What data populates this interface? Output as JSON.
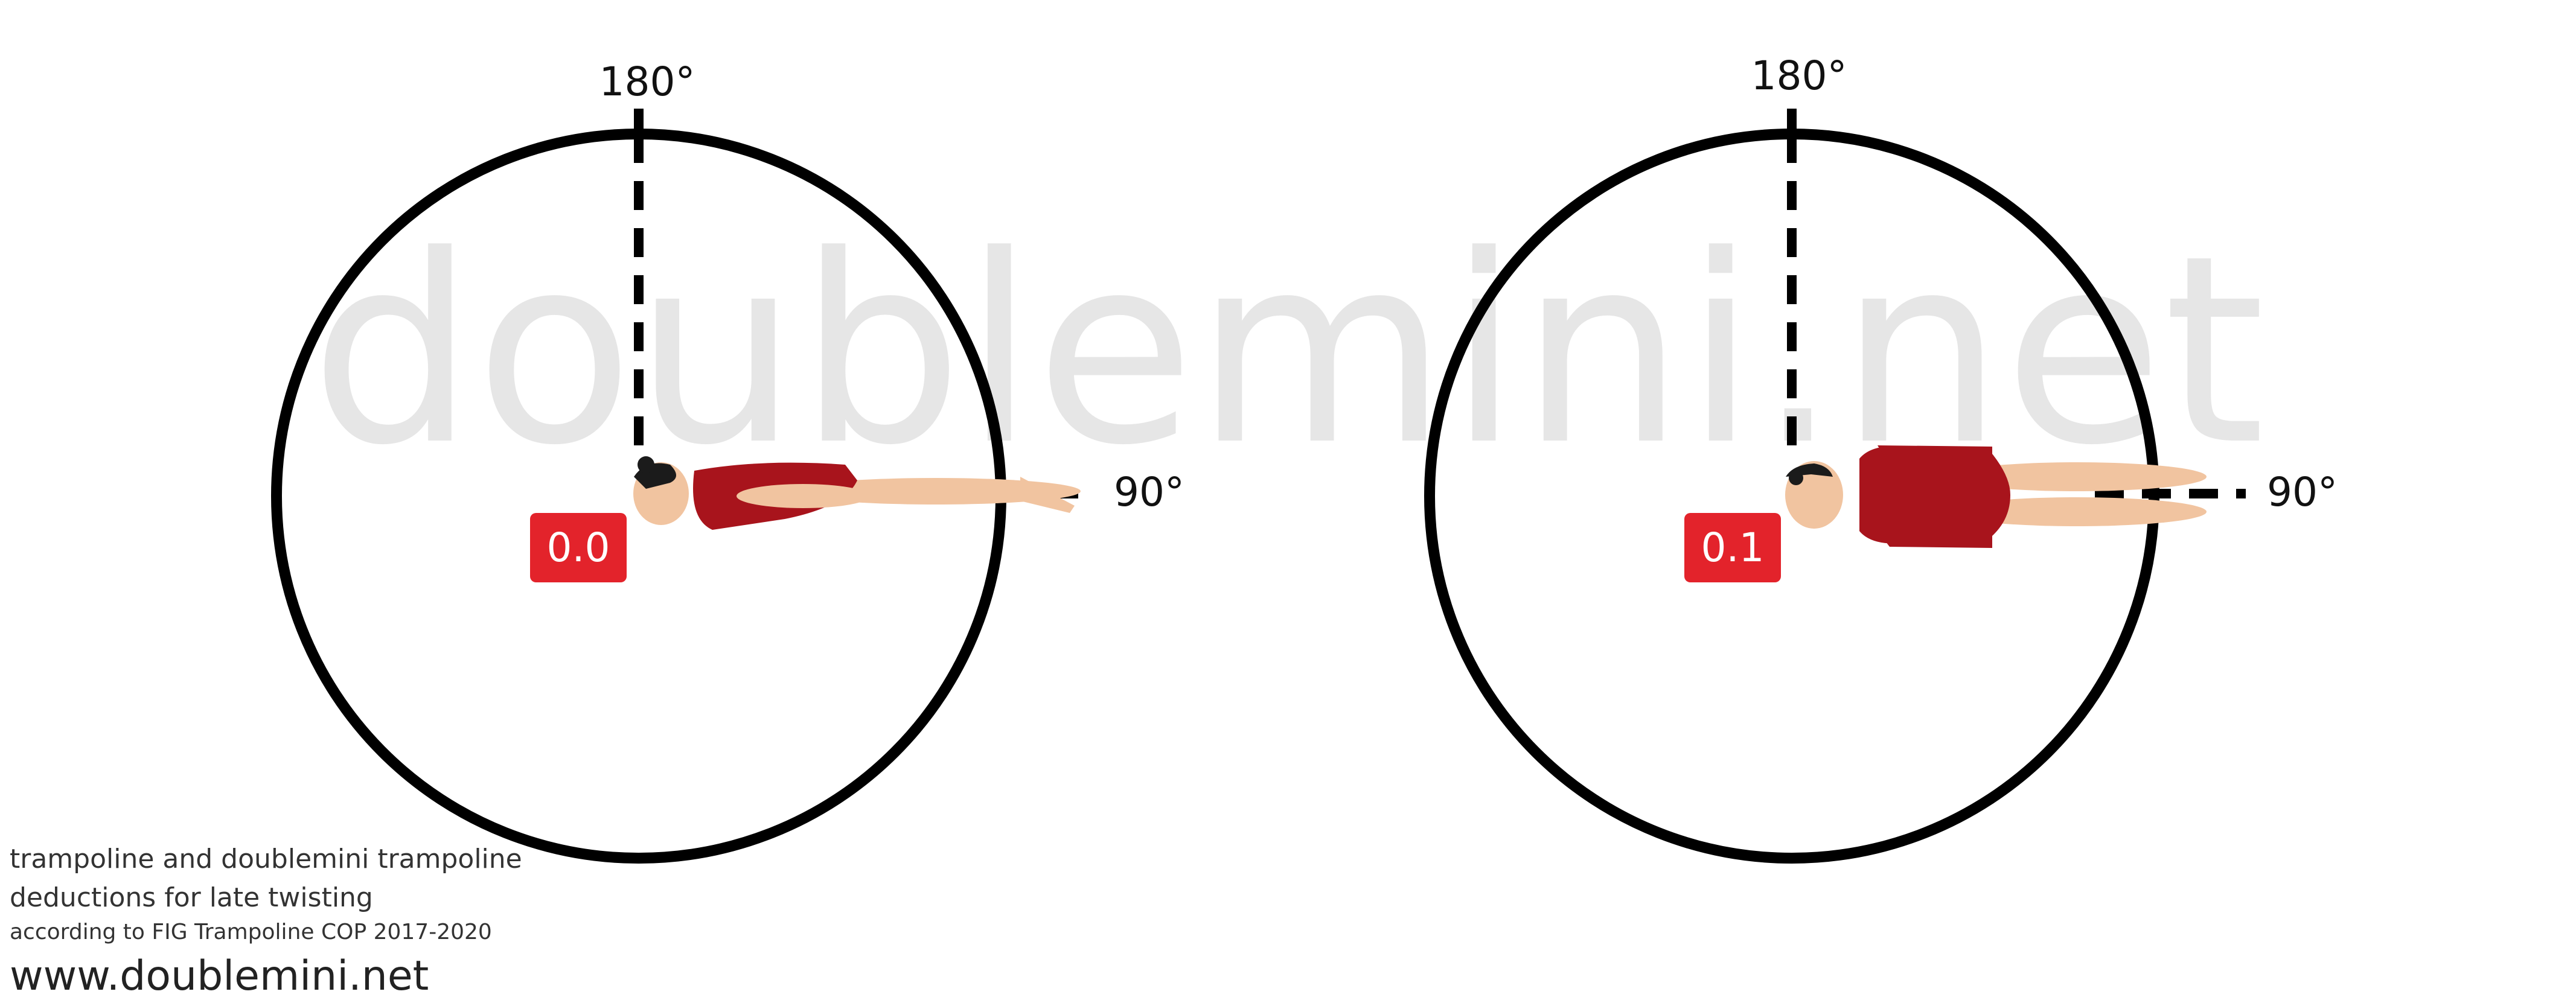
{
  "watermark": {
    "text": "doublemini.net"
  },
  "panels": [
    {
      "top_label": "180°",
      "side_label": "90°",
      "deduction": "0.0",
      "badge_color": "#e3232b"
    },
    {
      "top_label": "180°",
      "side_label": "90°",
      "deduction": "0.1",
      "badge_color": "#e3232b"
    }
  ],
  "caption": {
    "line1": "trampoline and doublemini trampoline",
    "line2": "deductions for late twisting",
    "line3": "according to FIG Trampoline COP 2017-2020",
    "url": "www.doublemini.net"
  },
  "colors": {
    "circle": "#000000",
    "leotard": "#a8141c",
    "skin": "#f1c4a0",
    "hair": "#1b1b1b",
    "watermark": "#e6e6e6"
  }
}
